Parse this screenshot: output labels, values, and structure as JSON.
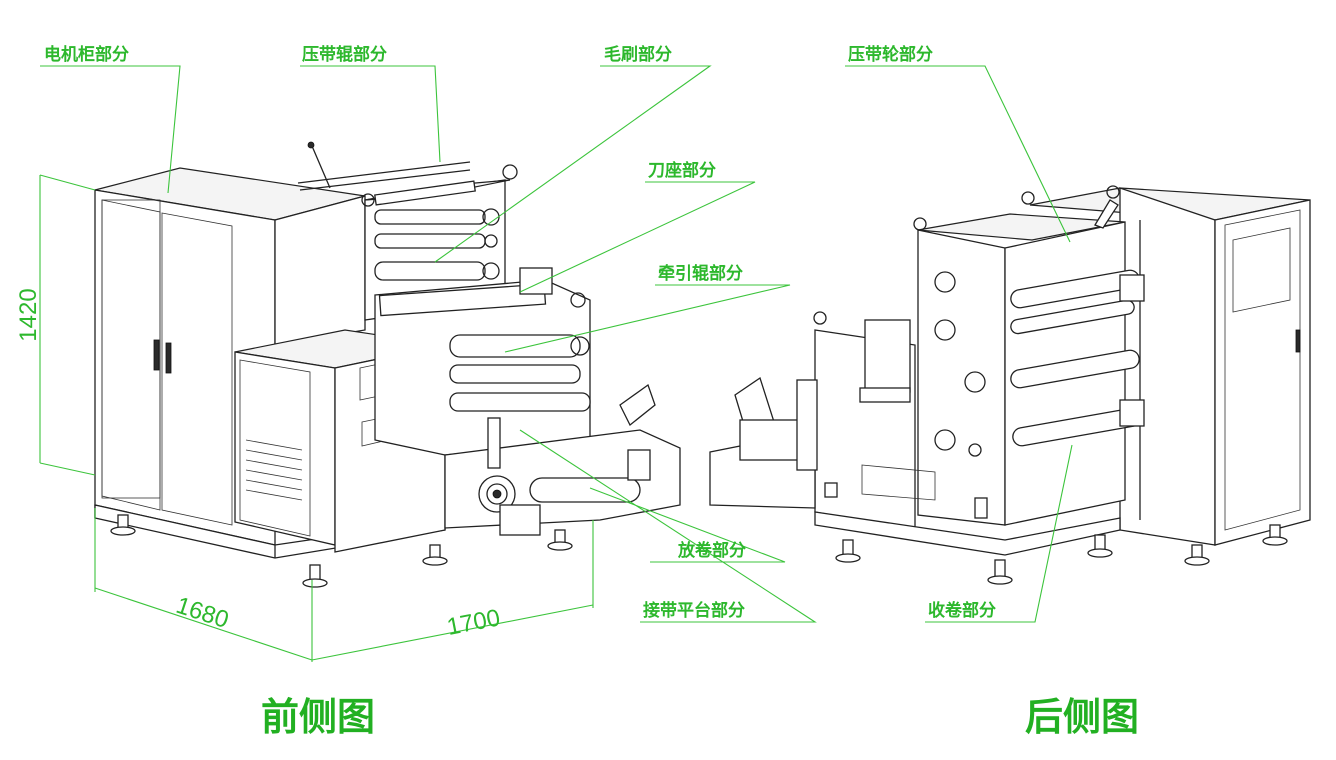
{
  "colors": {
    "label": "#2db82d",
    "leader": "#3cc43c",
    "title": "#22b022",
    "line": "#222222"
  },
  "front": {
    "title": "前侧图",
    "labels": {
      "motor_cabinet": "电机柜部分",
      "press_roller": "压带辊部分",
      "brush": "毛刷部分",
      "knife_seat": "刀座部分",
      "traction_roller": "牵引辊部分",
      "unwind": "放卷部分",
      "splice_table": "接带平台部分"
    },
    "dimensions": {
      "height": "1420",
      "width": "1680",
      "depth": "1700"
    }
  },
  "rear": {
    "title": "后侧图",
    "labels": {
      "press_wheel": "压带轮部分",
      "rewind": "收卷部分"
    }
  }
}
